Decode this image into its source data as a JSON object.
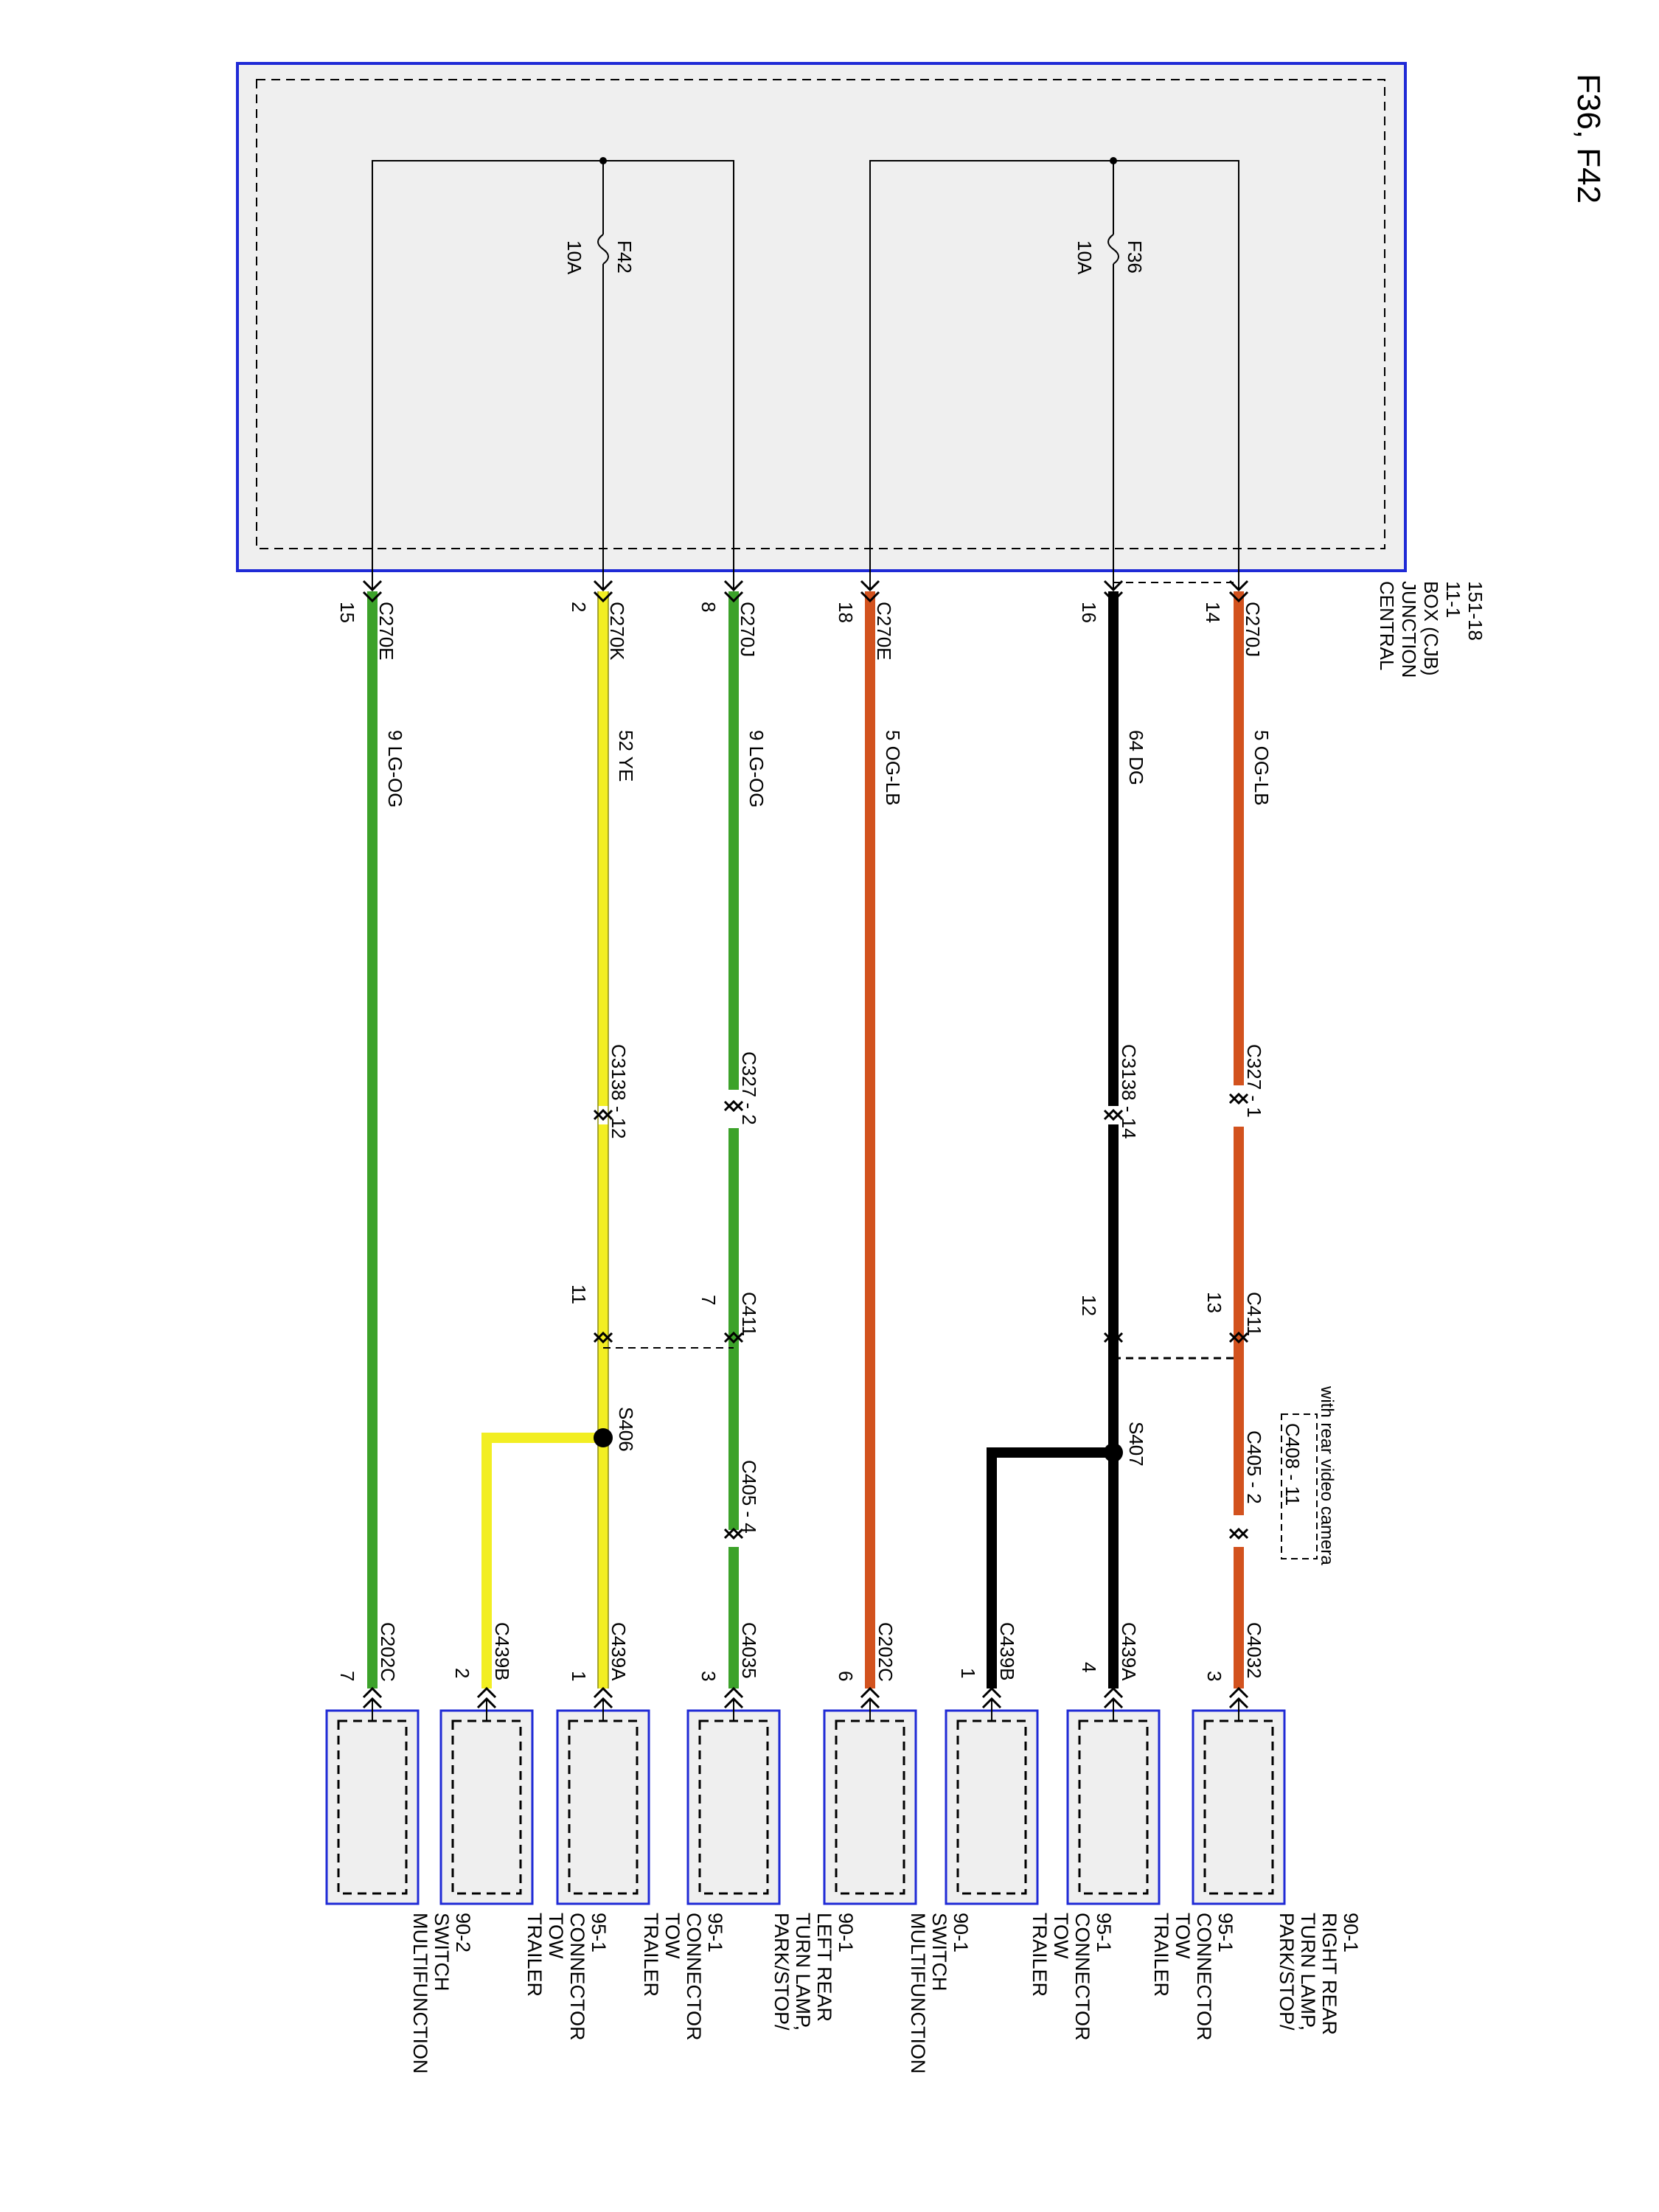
{
  "page_title": "F36, F42",
  "cjb": {
    "name_lines": [
      "CENTRAL",
      "JUNCTION",
      "BOX (CJB)",
      "11-1",
      "151-18"
    ],
    "fuses": [
      {
        "id": "F36",
        "rating": "10A"
      },
      {
        "id": "F42",
        "rating": "10A"
      }
    ]
  },
  "circuits": [
    {
      "color": "#d2521e",
      "cjb_connector": "C270J",
      "cjb_pin": "14",
      "wire": "5 OG-LB",
      "inline": [
        {
          "label": "C327 - 1"
        },
        {
          "label": "C411",
          "pin": "13"
        },
        {
          "label": "C405 - 2"
        },
        {
          "label": "C408 - 11"
        }
      ],
      "option_note": "with rear video camera",
      "end_connector": "C4032",
      "end_pin": "3"
    },
    {
      "color": "#000000",
      "cjb_connector": "",
      "cjb_pin": "16",
      "wire": "64 DG",
      "inline": [
        {
          "label": "C3138 - 14"
        },
        {
          "label": "C411",
          "pin": "12"
        }
      ],
      "splice": "S407",
      "end_connector": "C439A",
      "end_pin": "4",
      "branch_connector": "C439B",
      "branch_pin": "1"
    },
    {
      "color": "#d2521e",
      "cjb_connector": "C270E",
      "cjb_pin": "18",
      "wire": "5 OG-LB",
      "inline": [],
      "end_connector": "C202C",
      "end_pin": "6"
    },
    {
      "color": "#3ca22a",
      "cjb_connector": "C270J",
      "cjb_pin": "8",
      "wire": "9 LG-OG",
      "inline": [
        {
          "label": "C327 - 2"
        },
        {
          "label": "C411",
          "pin": "7"
        },
        {
          "label": "C405 - 4"
        }
      ],
      "end_connector": "C4035",
      "end_pin": "3"
    },
    {
      "color": "#f2ee22",
      "cjb_connector": "C270K",
      "cjb_pin": "2",
      "wire": "52 YE",
      "inline": [
        {
          "label": "C3138 - 12"
        },
        {
          "label": "C411",
          "pin": "11"
        }
      ],
      "splice": "S406",
      "end_connector": "C439A",
      "end_pin": "1",
      "branch_connector": "C439B",
      "branch_pin": "2"
    },
    {
      "color": "#3ca22a",
      "cjb_connector": "C270E",
      "cjb_pin": "15",
      "wire": "9 LG-OG",
      "inline": [],
      "end_connector": "C202C",
      "end_pin": "7"
    }
  ],
  "components": [
    {
      "lines": [
        "PARK/STOP/",
        "TURN LAMP,",
        "RIGHT REAR",
        "90-1"
      ]
    },
    {
      "lines": [
        "TRAILER",
        "TOW",
        "CONNECTOR",
        "95-1"
      ]
    },
    {
      "lines": [
        "TRAILER",
        "TOW",
        "CONNECTOR",
        "95-1"
      ]
    },
    {
      "lines": [
        "MULTIFUNCTION",
        "SWITCH",
        "90-1"
      ]
    },
    {
      "lines": [
        "PARK/STOP/",
        "TURN LAMP,",
        "LEFT REAR",
        "90-1"
      ]
    },
    {
      "lines": [
        "TRAILER",
        "TOW",
        "CONNECTOR",
        "95-1"
      ]
    },
    {
      "lines": [
        "TRAILER",
        "TOW",
        "CONNECTOR",
        "95-1"
      ]
    },
    {
      "lines": [
        "MULTIFUNCTION",
        "SWITCH",
        "90-2"
      ]
    }
  ],
  "colors": {
    "box_border": "#1f2ad6",
    "box_fill": "#efefef",
    "orange": "#d2521e",
    "black": "#000000",
    "green": "#3ca22a",
    "yellow": "#f2ee22"
  }
}
